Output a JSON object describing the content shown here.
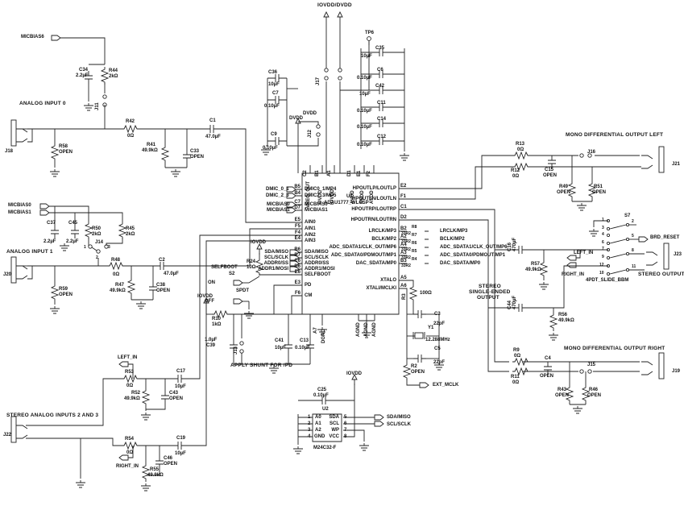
{
  "sections": {
    "analog_input_0": "ANALOG INPUT 0",
    "analog_input_1": "ANALOG INPUT 1",
    "stereo_analog_inputs": "STEREO ANALOG INPUTS 2 AND 3",
    "mono_diff_left": "MONO DIFFERENTIAL OUTPUT LEFT",
    "mono_diff_right": "MONO DIFFERENTIAL OUTPUT RIGHT",
    "stereo_output": "STEREO OUTPUT",
    "stereo_se1": "STEREO",
    "stereo_se2": "SINGLE-ENDED",
    "stereo_se3": "OUTPUT",
    "apply_shunt": "APPLY SHUNT FOR /PD"
  },
  "power": {
    "iovdd_dvdd": "IOVDD/DVDD",
    "dvdd": "DVDD",
    "iovdd": "IOVDD",
    "tp6": "TP6"
  },
  "connectors": {
    "micbias6": "MICBIAS6",
    "micbias0": "MICBIAS0",
    "micbias1": "MICBIAS1",
    "dmic01": "DMIC_0_1",
    "dmic23": "DMIC_2_3",
    "sda_miso": "SDA/MISO",
    "scl_sclk": "SCL/SCLK",
    "addr0_ss": "ADDR0/SS",
    "addr1_mosi": "ADDR1/MOSI",
    "lrclk": "LRCLK/MP3",
    "bclk": "BCLK/MP2",
    "adc_sdata1": "ADC_SDATA1/CLK_OUT/MP6",
    "adc_sdata0": "ADC_SDATA0/PDMOUT/MP1",
    "dac_sdata": "DAC_SDATA/MP0",
    "ext_mclk": "EXT_MCLK",
    "brd_reset": "BRD_RESET",
    "left_in": "LEFT_IN",
    "right_in": "RIGHT_IN"
  },
  "jacks": {
    "j18": "J18",
    "j19": "J19",
    "j20": "J20",
    "j21": "J21",
    "j22": "J22",
    "j23": "J23"
  },
  "jumpers": {
    "j11": "J11",
    "j12": "J12",
    "j13": "J13",
    "j14": "J14",
    "j15": "J15",
    "j16": "J16",
    "j17": "J17",
    "j14_pins": [
      "1",
      "2",
      "3"
    ]
  },
  "switches": {
    "s2": {
      "ref": "S2",
      "label": "SELFBOOT",
      "type": "SPDT",
      "on": "ON",
      "off": "OFF"
    },
    "s7": {
      "ref": "S7",
      "type": "4PDT_SLIDE_BBM",
      "pins": [
        "1",
        "2",
        "3",
        "4",
        "5",
        "6",
        "7",
        "8",
        "9",
        "10",
        "11",
        "12"
      ]
    }
  },
  "components": {
    "C1": {
      "ref": "C1",
      "value": "47.0µF"
    },
    "C2": {
      "ref": "C2",
      "value": "47.0µF"
    },
    "C3": {
      "ref": "C3",
      "value": "22pF"
    },
    "C4": {
      "ref": "C4",
      "value": "OPEN"
    },
    "C5": {
      "ref": "C5",
      "value": "22pF"
    },
    "C6": {
      "ref": "C6",
      "value": "0.10µF"
    },
    "C7": {
      "ref": "C7",
      "value": "0.10µF"
    },
    "C9": {
      "ref": "C9",
      "value": "0.10µF"
    },
    "C11": {
      "ref": "C11",
      "value": "0.10µF"
    },
    "C12": {
      "ref": "C12",
      "value": "0.10µF"
    },
    "C13": {
      "ref": "C13",
      "value": "0.10µF"
    },
    "C14": {
      "ref": "C14",
      "value": "0.10µF"
    },
    "C15": {
      "ref": "C15",
      "value": "OPEN"
    },
    "C16": {
      "ref": "C16",
      "value": "470µF"
    },
    "C17": {
      "ref": "C17",
      "value": "10µF"
    },
    "C19": {
      "ref": "C19",
      "value": "10µF"
    },
    "C25": {
      "ref": "C25",
      "value": "0.10µF"
    },
    "C33": {
      "ref": "C33",
      "value": "OPEN"
    },
    "C34": {
      "ref": "C34",
      "value": "2.2µF"
    },
    "C35": {
      "ref": "C35",
      "value": "10µF"
    },
    "C36": {
      "ref": "C36",
      "value": "10µF"
    },
    "C37": {
      "ref": "C37",
      "value": "2.2µF"
    },
    "C38": {
      "ref": "C38",
      "value": "OPEN"
    },
    "C39": {
      "ref": "C39",
      "value": "1.0µF"
    },
    "C41": {
      "ref": "C41",
      "value": "10µF"
    },
    "C42": {
      "ref": "C42",
      "value": "10µF"
    },
    "C43": {
      "ref": "C43",
      "value": "OPEN"
    },
    "C44": {
      "ref": "C44",
      "value": "470µF"
    },
    "C45": {
      "ref": "C45",
      "value": "2.2µF"
    },
    "C46": {
      "ref": "C46",
      "value": "OPEN"
    },
    "R2": {
      "ref": "R2",
      "value": "OPEN"
    },
    "R3": {
      "ref": "R3",
      "value": "100Ω"
    },
    "R4": {
      "ref": "R4",
      "value": "33R2"
    },
    "R5": {
      "ref": "R5",
      "value": "33R2"
    },
    "R6": {
      "ref": "R6",
      "value": "33R2"
    },
    "R7": {
      "ref": "R7",
      "value": "33R2"
    },
    "R8": {
      "ref": "R8",
      "value": "33R2"
    },
    "R9": {
      "ref": "R9",
      "value": "0Ω"
    },
    "R10": {
      "ref": "R10",
      "value": "1kΩ"
    },
    "R11": {
      "ref": "R11",
      "value": "0Ω"
    },
    "R12": {
      "ref": "R12",
      "value": "0Ω"
    },
    "R13": {
      "ref": "R13",
      "value": "0Ω"
    },
    "R24": {
      "ref": "R24",
      "value": "10Ω"
    },
    "R41": {
      "ref": "R41",
      "value": "49.9kΩ"
    },
    "R42": {
      "ref": "R42",
      "value": "0Ω"
    },
    "R43": {
      "ref": "R43",
      "value": "OPEN"
    },
    "R44": {
      "ref": "R44",
      "value": "2kΩ"
    },
    "R45": {
      "ref": "R45",
      "value": "2kΩ"
    },
    "R46": {
      "ref": "R46",
      "value": "OPEN"
    },
    "R47": {
      "ref": "R47",
      "value": "49.9kΩ"
    },
    "R48": {
      "ref": "R48",
      "value": "0Ω"
    },
    "R49": {
      "ref": "R49",
      "value": "OPEN"
    },
    "R50": {
      "ref": "R50",
      "value": "2kΩ"
    },
    "R51": {
      "ref": "R51",
      "value": "OPEN"
    },
    "R52": {
      "ref": "R52",
      "value": "49.9kΩ"
    },
    "R53": {
      "ref": "R53",
      "value": "0Ω"
    },
    "R54": {
      "ref": "R54",
      "value": "0Ω"
    },
    "R55": {
      "ref": "R55",
      "value": "49.9kΩ"
    },
    "R56": {
      "ref": "R56",
      "value": "49.9kΩ"
    },
    "R57": {
      "ref": "R57",
      "value": "49.9kΩ"
    },
    "R58": {
      "ref": "R58",
      "value": "OPEN"
    },
    "R59": {
      "ref": "R59",
      "value": "OPEN"
    },
    "Y1": {
      "ref": "Y1",
      "value": "12.288MHz"
    }
  },
  "u1": {
    "ref": "U1",
    "part": "ADAU1777_WLCSP",
    "top_pins": [
      {
        "pin": "C2",
        "name": "VREG_OUT"
      },
      {
        "pin": "B1",
        "name": "DVDD"
      },
      {
        "pin": "A1",
        "name": "IOVDD"
      },
      {
        "pin": "D1",
        "name": "AVDD"
      },
      {
        "pin": "E1",
        "name": "AVDD"
      },
      {
        "pin": "F2",
        "name": "AVDD"
      }
    ],
    "left_pins": [
      {
        "pin": "B5",
        "name": "DMIC0_1/MP4"
      },
      {
        "pin": "B4",
        "name": "DMIC2_3/MP5"
      },
      {
        "pin": "C7",
        "name": "MICBIAS0"
      },
      {
        "pin": "D7",
        "name": "MICBIAS1"
      },
      {
        "pin": "E5",
        "name": "AIN0"
      },
      {
        "pin": "F5",
        "name": "AIN1"
      },
      {
        "pin": "F4",
        "name": "AIN2"
      },
      {
        "pin": "E4",
        "name": "AIN3"
      },
      {
        "pin": "B6",
        "name": "SDA/MISO"
      },
      {
        "pin": "B7",
        "name": "SCL/SCLK"
      },
      {
        "pin": "C6",
        "name": "ADDR0/SS"
      },
      {
        "pin": "D6",
        "name": "ADDR1/MOSI"
      },
      {
        "pin": "E6",
        "name": "SELFBOOT"
      },
      {
        "pin": "E3",
        "name": "PD"
      },
      {
        "pin": "F6",
        "name": "CM"
      }
    ],
    "right_pins": [
      {
        "pin": "E2",
        "name": "HPOUTLP/LOUTLP"
      },
      {
        "pin": "F1",
        "name": "HPOUTLN/LOUTLN"
      },
      {
        "pin": "C1",
        "name": "HPOUTRP/LOUTRP"
      },
      {
        "pin": "D2",
        "name": "HPOUTRN/LOUTRN"
      },
      {
        "pin": "B2",
        "name": "LRCLK/MP3"
      },
      {
        "pin": "A2",
        "name": "BCLK/MP2"
      },
      {
        "pin": "A4",
        "name": "ADC_SDATA1/CLK_OUT/MP6"
      },
      {
        "pin": "A3",
        "name": "ADC_SDATA0/PDMOUT/MP1"
      },
      {
        "pin": "B3",
        "name": "DAC_SDATA/MP0"
      },
      {
        "pin": "A5",
        "name": "XTALO"
      },
      {
        "pin": "A6",
        "name": "XTALI/MCLKI"
      }
    ],
    "bottom_pins": [
      {
        "pin": "A7",
        "name": "DGND"
      },
      {
        "pin": "",
        "name": "AGND"
      },
      {
        "pin": "",
        "name": "AGND"
      },
      {
        "pin": "",
        "name": "AGND"
      }
    ]
  },
  "u2": {
    "ref": "U2",
    "part": "M24C32-F",
    "left_pins": [
      {
        "num": "1",
        "name": "A0"
      },
      {
        "num": "2",
        "name": "A1"
      },
      {
        "num": "3",
        "name": "A2"
      },
      {
        "num": "4",
        "name": "GND"
      }
    ],
    "right_pins": [
      {
        "num": "5",
        "name": "SDA"
      },
      {
        "num": "6",
        "name": "SCL"
      },
      {
        "num": "7",
        "name": "WP"
      },
      {
        "num": "8",
        "name": "VCC"
      }
    ]
  }
}
